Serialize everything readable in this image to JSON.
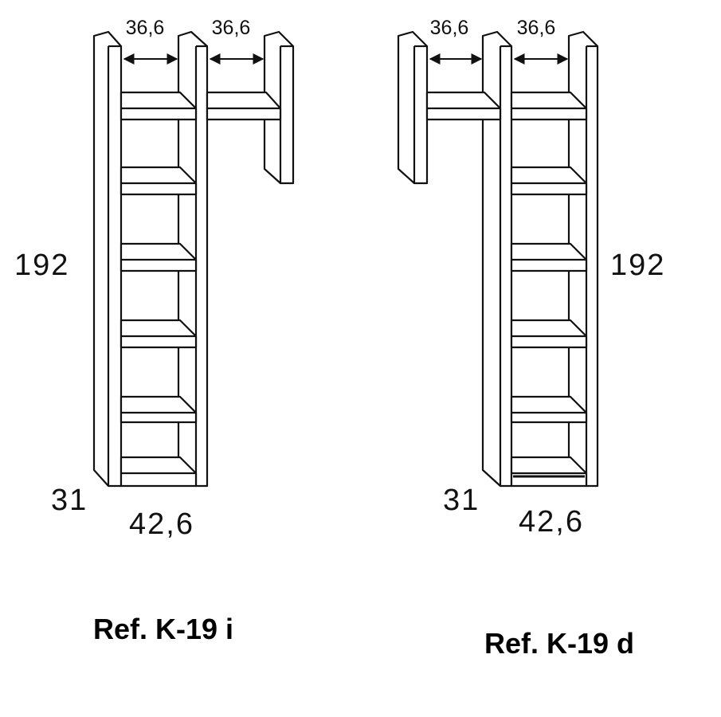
{
  "left": {
    "ref": "Ref. K-19 i",
    "width_top_a": "36,6",
    "width_top_b": "36,6",
    "height": "192",
    "depth": "31",
    "width_bottom": "42,6"
  },
  "right": {
    "ref": "Ref. K-19 d",
    "width_top_a": "36,6",
    "width_top_b": "36,6",
    "height": "192",
    "depth": "31",
    "width_bottom": "42,6"
  },
  "colors": {
    "line": "#111111",
    "background": "#ffffff"
  }
}
